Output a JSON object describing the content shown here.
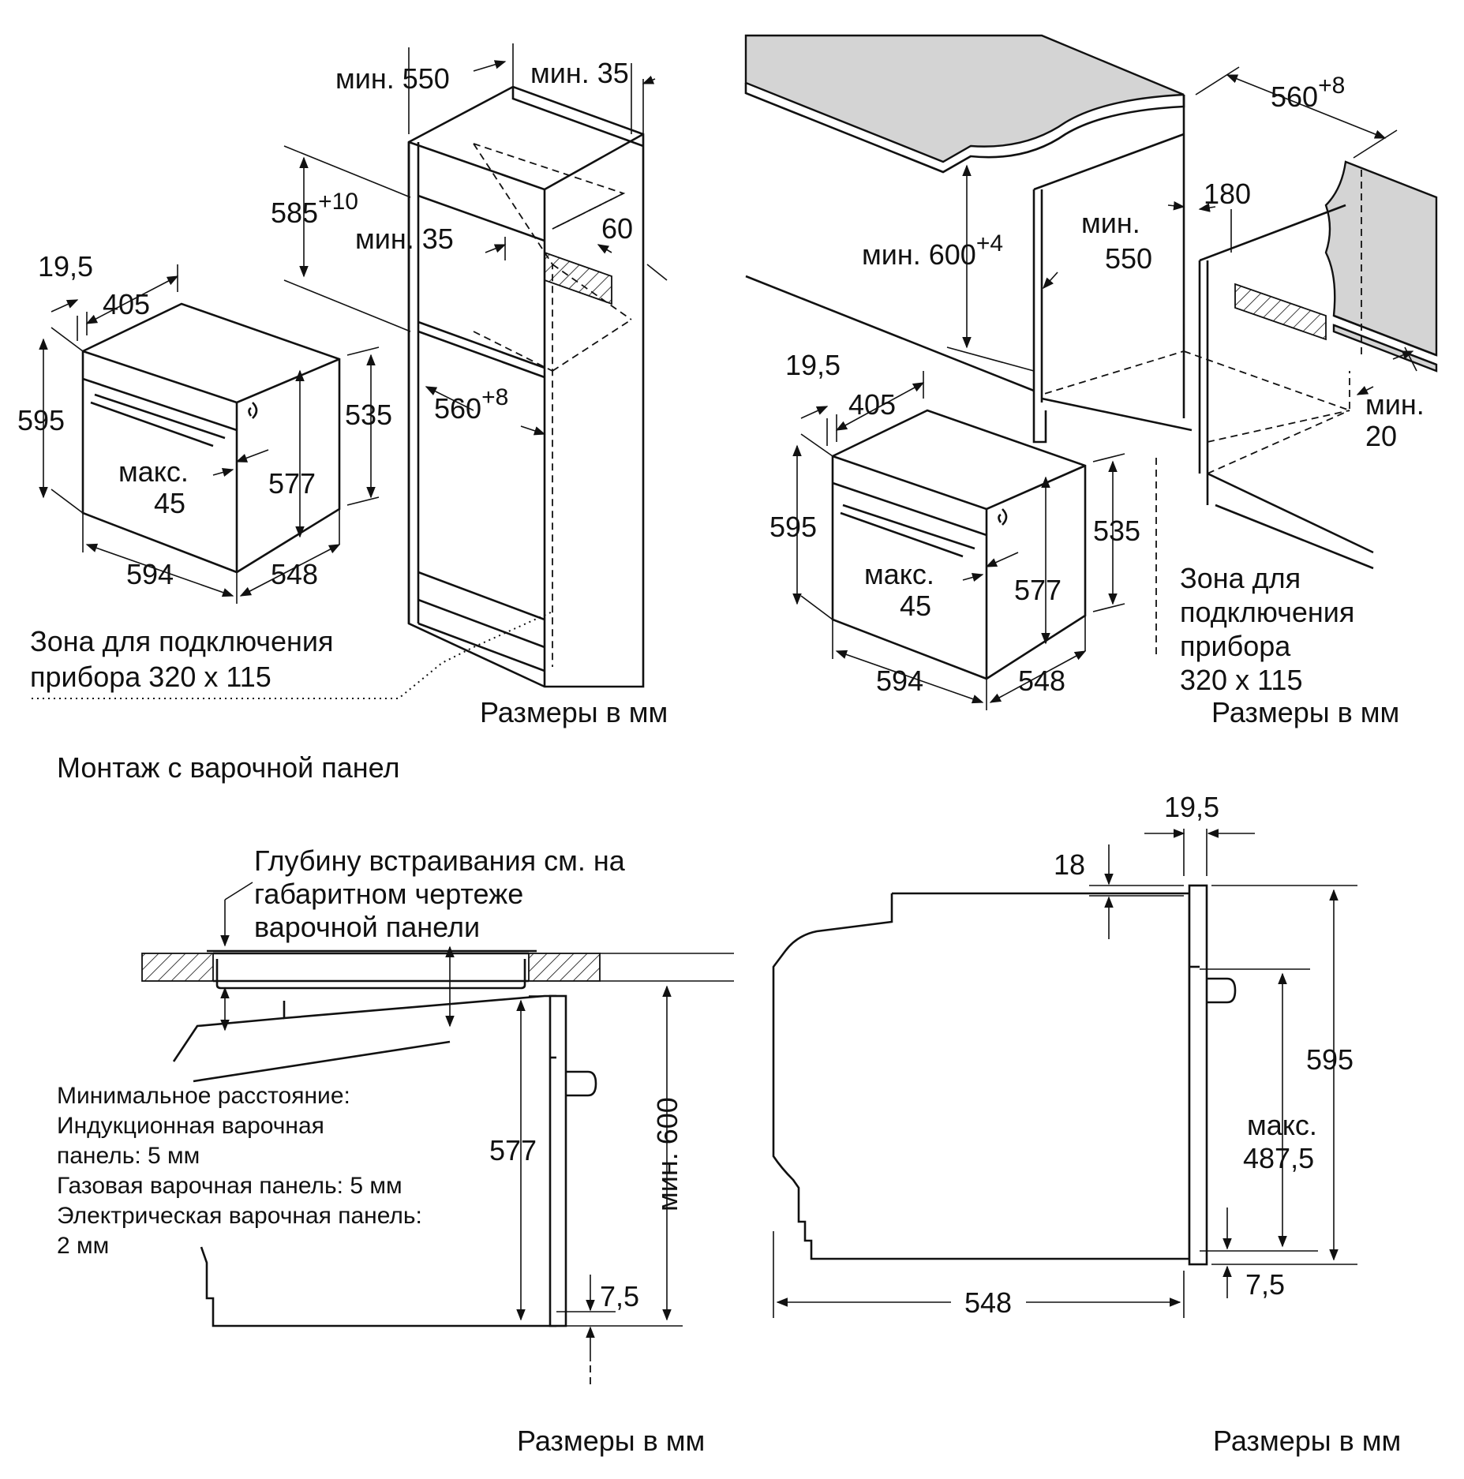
{
  "diagram_top_left": {
    "dims": {
      "min550": "мин. 550",
      "min35_top": "мин. 35",
      "d585": "585",
      "d585_sup": "+10",
      "min35_mid": "мин. 35",
      "d60": "60",
      "d19_5": "19,5",
      "d405": "405",
      "d595": "595",
      "d535": "535",
      "d560": "560",
      "d560_sup": "+8",
      "maks": "макс.",
      "d45": "45",
      "d577": "577",
      "d594": "594",
      "d548": "548"
    },
    "zone_line1": "Зона для подключения",
    "zone_line2": "прибора 320 х 115",
    "units": "Размеры в мм"
  },
  "diagram_top_right": {
    "dims": {
      "d560": "560",
      "d560_sup": "+8",
      "min_a": "мин.",
      "d550": "550",
      "d180": "180",
      "min600": "мин. 600",
      "min600_sup": "+4",
      "d19_5": "19,5",
      "d405": "405",
      "min_b": "мин.",
      "d20": "20",
      "d595": "595",
      "d535": "535",
      "maks": "макс.",
      "d45": "45",
      "d577": "577",
      "d594": "594",
      "d548": "548"
    },
    "zone_line1": "Зона для",
    "zone_line2": "подключения",
    "zone_line3": "прибора",
    "zone_line4": "320 х 115",
    "units": "Размеры в мм"
  },
  "section_title": "Монтаж с варочной панел",
  "diagram_bottom_left": {
    "note_line1": "Глубину встраивания см. на",
    "note_line2": "габаритном чертеже",
    "note_line3": "варочной панели",
    "min_line1": "Минимальное расстояние:",
    "min_line2": "Индукционная варочная",
    "min_line3": "панель: 5 мм",
    "min_line4": "Газовая варочная панель: 5 мм",
    "min_line5": "Электрическая варочная панель:",
    "min_line6": "2 мм",
    "d577": "577",
    "min600": "мин. 600",
    "d7_5": "7,5",
    "units": "Размеры в мм"
  },
  "diagram_bottom_right": {
    "d19_5": "19,5",
    "d18": "18",
    "d595": "595",
    "maks": "макс.",
    "d487_5": "487,5",
    "d548": "548",
    "d7_5": "7,5",
    "units": "Размеры в мм"
  }
}
